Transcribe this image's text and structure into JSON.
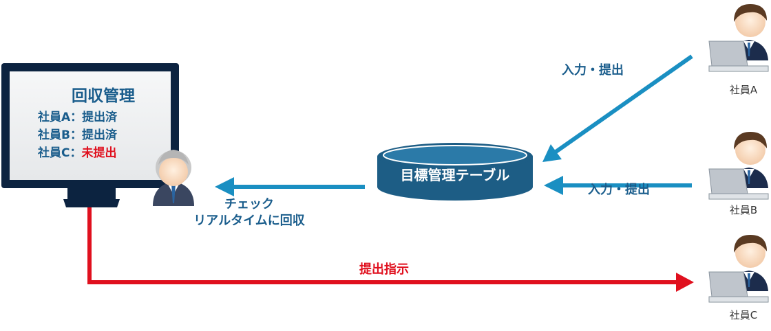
{
  "monitor": {
    "title": "回収管理",
    "rows": [
      {
        "label": "社員A：",
        "status": "提出済",
        "alert": false
      },
      {
        "label": "社員B：",
        "status": "提出済",
        "alert": false
      },
      {
        "label": "社員C：",
        "status": "未提出",
        "alert": true
      }
    ]
  },
  "manager": {
    "check_label": "チェック",
    "collect_label": "リアルタイムに回収"
  },
  "database": {
    "label": "目標管理テーブル"
  },
  "arrows": {
    "input_a": "入力・提出",
    "input_b": "入力・提出",
    "instruction": "提出指示"
  },
  "employees": [
    {
      "name": "社員A"
    },
    {
      "name": "社員B"
    },
    {
      "name": "社員C"
    }
  ],
  "colors": {
    "blue_arrow": "#1a8fc2",
    "red_arrow": "#e0101e",
    "text_blue": "#1a5d8c",
    "monitor_frame": "#0c2340",
    "database": "#1d5d85"
  }
}
